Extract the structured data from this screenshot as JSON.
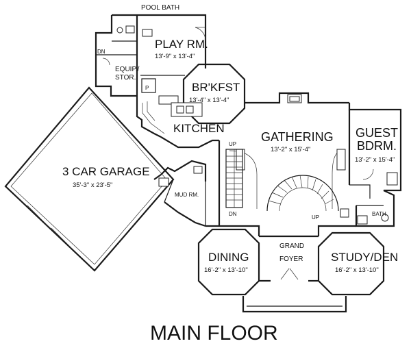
{
  "floor_title": "MAIN FLOOR",
  "labels": {
    "pool_bath": "POOL BATH",
    "play_rm": "PLAY RM.",
    "play_rm_dim": "13'-9\" x 13'-4\"",
    "dn_left": "DN",
    "equip": "EQUIP./",
    "stor": "STOR.",
    "brkfst": "BR'KFST",
    "brkfst_dim": "13'-4\" x 13'-4\"",
    "pantry": "P",
    "kitchen": "KITCHEN",
    "gathering": "GATHERING",
    "gathering_dim": "13'-2\" x 15'-4\"",
    "guest": "GUEST",
    "bdrm": "BDRM.",
    "guest_dim": "13'-2\" x 15'-4\"",
    "garage": "3 CAR GARAGE",
    "garage_dim": "35'-3\" x 23'-5\"",
    "mud_rm": "MUD RM.",
    "up_stair": "UP",
    "dn_stair": "DN",
    "up_curve": "UP",
    "bath": "BATH",
    "dining": "DINING",
    "dining_dim": "16'-2\" x 13'-10\"",
    "grand": "GRAND",
    "foyer": "FOYER",
    "study": "STUDY/DEN",
    "study_dim": "16'-2\" x 13'-10\""
  }
}
